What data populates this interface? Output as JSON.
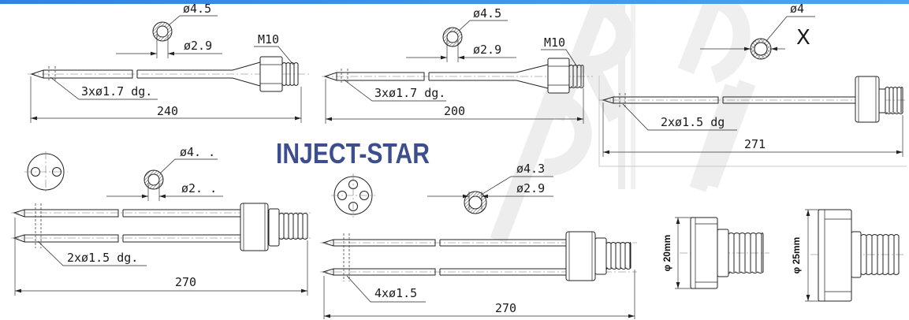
{
  "header_bar": {
    "color": "#2f83e4"
  },
  "brand": {
    "title": "INJECT-STAR",
    "color": "#3d4e8f"
  },
  "needle_240": {
    "outer_diameter": "ø4.5",
    "inner_diameter": "ø2.9",
    "thread": "M10",
    "holes": "3xø1.7 dg.",
    "length": "240"
  },
  "needle_200": {
    "outer_diameter": "ø4.5",
    "inner_diameter": "ø2.9",
    "thread": "M10",
    "holes": "3xø1.7 dg.",
    "length": "200"
  },
  "needle_271": {
    "outer_diameter": "ø4",
    "section_mark": "X",
    "holes": "2xø1.5 dg",
    "length": "271"
  },
  "double_needle_270": {
    "outer_diameter": "ø4. .",
    "inner_diameter": "ø2. .",
    "holes": "2xø1.5 dg.",
    "length": "270"
  },
  "quad_needle_270": {
    "outer_diameter": "ø4.3",
    "inner_diameter": "ø2.9",
    "holes": "4xø1.5",
    "length": "270"
  },
  "fitting_20": {
    "flange_diameter": "φ 20mm"
  },
  "fitting_25": {
    "flange_diameter": "φ 25mm"
  }
}
